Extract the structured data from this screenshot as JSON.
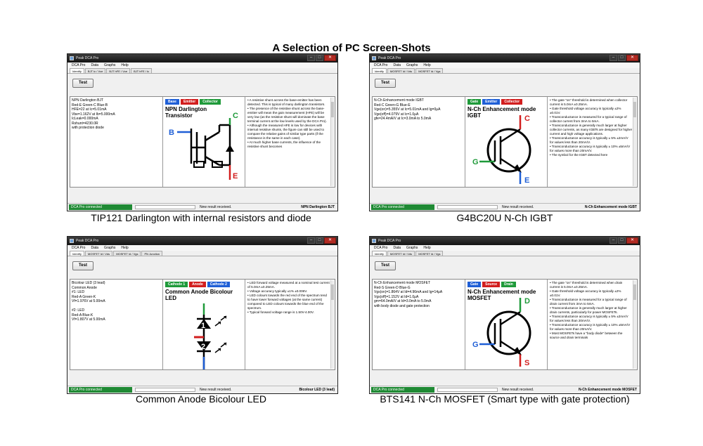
{
  "page_title": "A Selection of PC Screen-Shots",
  "colors": {
    "pin_base": "#1f5fd6",
    "pin_emitter": "#d21e1e",
    "pin_collector": "#1f9a3a",
    "pin_cathode": "#1f9a3a",
    "pin_anode": "#d21e1e",
    "status_connected": "#1f8a34"
  },
  "screens": [
    {
      "caption": "TIP121 Darlington with internal resistors and diode",
      "window_title": "Peak DCA Pro",
      "menu": [
        "DCA Pro",
        "Data",
        "Graphs",
        "Help"
      ],
      "tabs": [
        "Identify",
        "BJT Ic / Vce",
        "BJT hFE / Vce",
        "BJT hFE / Ic"
      ],
      "test_label": "Test",
      "info": "NPN Darlington BJT\nRed-E Green-C Blue-B\nHFE=22 at Ic=5.01mA\nVbe=1.162V at Ib=5.000mA\nIcLeak=0.000mA\nRshunt=4230.0R\nwith protection diode",
      "pins": [
        "Base",
        "Emitter",
        "Collector"
      ],
      "pin_colors": [
        "#1f5fd6",
        "#d21e1e",
        "#1f9a3a"
      ],
      "device_name": "NPN Darlington\nTransistor",
      "symbol_letters": [
        "B",
        "C",
        "E"
      ],
      "notes": [
        "• A resistive shunt across the base-emitter has been detected. This is typical of many darlington transistors.",
        "• The presence of the resistive shunt across the base-emitter will mean the gain measurement (HFE) will be very low (as the resistive shunt will dominate the base terminal current at the low levels used by the DCA Pro).",
        "• Although the measured HFE is low for devices with internal resistive shunts, the figure can still be used to compare the relative gains of similar type parts (if the resistance is the same in each case).",
        "• At much higher base currents, the influence of the resistive shunt becomes"
      ],
      "status_conn": "DCA Pro connected",
      "status_msg": "New result received.",
      "status_part": "NPN Darlington BJT"
    },
    {
      "caption": "G4BC20U N-Ch IGBT",
      "window_title": "Peak DCA Pro",
      "menu": [
        "DCA Pro",
        "Data",
        "Graphs",
        "Help"
      ],
      "tabs": [
        "Identify",
        "MOSFET Id / Vds",
        "MOSFET Id / Vgs"
      ],
      "test_label": "Test",
      "info": "N-Ch Enhancement mode IGBT\nRed-C Green-G Blue-E\nVge(on)=5.355V at Ic=5.01mA and Ig=0μA\nVge(off)=4.079V at Ic=1.0μA\ngfe=24.4mA/V at Ic=3.0mA to 5.0mA",
      "pins": [
        "Gate",
        "Emitter",
        "Collector"
      ],
      "pin_colors": [
        "#1f9a3a",
        "#1f5fd6",
        "#d21e1e"
      ],
      "device_name": "N-Ch Enhancement mode\nIGBT",
      "symbol_letters": [
        "G",
        "C",
        "E"
      ],
      "notes": [
        "• The gate \"on\" threshold is determined when collector current is 5.0mA ±0.25mA.",
        "• Gate threshold voltage accuracy is typically ±2% ±0.01V.",
        "• Transconductance is measured for a typical range of collector current from 3mA to 5mA.",
        "• Transconductance is generally much larger at higher collector currents, as many IGBTs are designed for higher current and high voltage applications.",
        "• Transconductance accuracy is typically ± 5% ±2mA/V for values less than 20mA/V.",
        "• Transconductance accuracy is typically ± 10% ±5mA/V for values more than 20mA/V.",
        "• The symbol for the IGBT detected here"
      ],
      "status_conn": "DCA Pro connected",
      "status_msg": "New result received.",
      "status_part": "N-Ch Enhancement mode IGBT"
    },
    {
      "caption": "Common Anode Bicolour LED",
      "window_title": "Peak DCA Pro",
      "menu": [
        "DCA Pro",
        "Data",
        "Graphs",
        "Help"
      ],
      "tabs": [
        "Identify",
        "MOSFET Id / Vds",
        "MOSFET Id / Vgs",
        "PN Junction"
      ],
      "test_label": "Test",
      "info": "Bicolour LED (3 lead)\nCommon Anode\n#1: LED\nRed-A Green-K\nVf=1.976V at 5.00mA\n\n#2: LED\nRed-A Blue-K\nVf=1.807V at 5.00mA",
      "pins": [
        "Cathode 1",
        "Anode",
        "Cathode 2"
      ],
      "pin_colors": [
        "#1f9a3a",
        "#d21e1e",
        "#1f5fd6"
      ],
      "device_name": "Common Anode Bicolour\nLED",
      "symbol_letters": [
        "1",
        "2"
      ],
      "notes": [
        "• LED forward voltage measured at a nominal test current of 5.0mA ±0.25mA.",
        "• Voltage accuracy typically ±1% ±0.006V.",
        "• LED colours towards the red end of the spectrum tend to have lower forward voltages (at the same current) compared to LED colours towards the blue end of the spectrum.",
        "• Typical forward voltage range is 1.50V-4.00V."
      ],
      "status_conn": "DCA Pro connected",
      "status_msg": "New result received.",
      "status_part": "Bicolour LED (3 lead)"
    },
    {
      "caption": "BTS141 N-Ch MOSFET (Smart type with gate protection)",
      "window_title": "Peak DCA Pro",
      "menu": [
        "DCA Pro",
        "Data",
        "Graphs",
        "Help"
      ],
      "tabs": [
        "Identify",
        "MOSFET Id / Vds",
        "MOSFET Id / Vgs"
      ],
      "test_label": "Test",
      "info": "N-Ch Enhancement mode MOSFET\nRed-S Green-D Blue-G\nVgs(on)=1.864V at Id=4.96mA and Ig=14μA\nVgs(off)=1.152V at Id=1.0μA\ngm=64.0mA/V at Id=3.0mA to 5.0mA\nwith body diode and gate protection",
      "pins": [
        "Gate",
        "Source",
        "Drain"
      ],
      "pin_colors": [
        "#1f5fd6",
        "#d21e1e",
        "#1f9a3a"
      ],
      "device_name": "N-Ch Enhancement mode\nMOSFET",
      "symbol_letters": [
        "G",
        "D",
        "S"
      ],
      "notes": [
        "• The gate \"on\" threshold is determined when drain current is 5.0mA ±0.25mA.",
        "• Gate threshold voltage accuracy is typically ±2% ±0.01V.",
        "• Transconductance is measured for a typical range of drain current from 3mA to 5mA.",
        "• Transconductance is generally much larger at higher drain currents, particularly for power MOSFETs.",
        "• Transconductance accuracy is typically ± 5% ±2mA/V for values less than 20mA/V.",
        "• Transconductance accuracy is typically ± 10% ±5mA/V for values more than 20mA/V.",
        "• Most MOSFETs have a \"body diode\" between the source and drain terminals"
      ],
      "status_conn": "DCA Pro connected",
      "status_msg": "New result received.",
      "status_part": "N-Ch Enhancement mode MOSFET"
    }
  ]
}
